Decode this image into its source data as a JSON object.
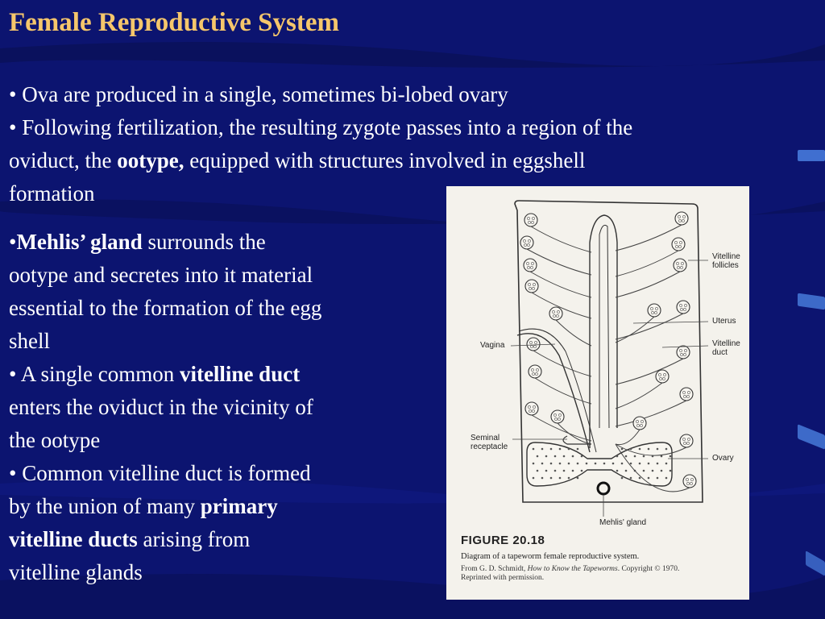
{
  "slide": {
    "title": "Female Reproductive System",
    "bullet1": "• Ova are produced in a single, sometimes bi-lobed ovary",
    "bullet2_line1": "• Following fertilization, the resulting zygote passes into a region of the",
    "bullet2_line2_pre": "oviduct, the ",
    "bullet2_line2_bold": "ootype,",
    "bullet2_line2_post": " equipped with structures involved in eggshell",
    "bullet2_line3": "formation",
    "bullet3_prefix": "•",
    "bullet3_bold": "Mehlis’ gland",
    "bullet3_line1_post": " surrounds the",
    "bullet3_line2": "ootype and secretes into it material",
    "bullet3_line3": "essential to the formation of the egg",
    "bullet3_line4": "shell",
    "bullet4_pre": "• A single common ",
    "bullet4_bold": "vitelline duct",
    "bullet4_line2": "enters the oviduct in the vicinity of",
    "bullet4_line3": "the ootype",
    "bullet5_line1": "• Common vitelline duct is formed",
    "bullet5_line2_pre": "by the union of many ",
    "bullet5_line2_bold": "primary",
    "bullet5_line3_bold": "vitelline ducts",
    "bullet5_line3_post": " arising from",
    "bullet5_line4": "vitelline glands"
  },
  "figure": {
    "labels": {
      "vitelline_follicles_1": "Vitelline",
      "vitelline_follicles_2": "follicles",
      "uterus": "Uterus",
      "vitelline_duct_1": "Vitelline",
      "vitelline_duct_2": "duct",
      "vagina": "Vagina",
      "seminal_receptacle_1": "Seminal",
      "seminal_receptacle_2": "receptacle",
      "ovary": "Ovary",
      "mehlis_gland": "Mehlis' gland"
    },
    "number": "FIGURE 20.18",
    "caption": "Diagram of a tapeworm female reproductive system.",
    "credit_pre": "From G. D. Schmidt, ",
    "credit_book": "How to Know the Tapeworms",
    "credit_post": ". Copyright © 1970.",
    "credit_line2": "Reprinted with permission."
  },
  "colors": {
    "background": "#0c1470",
    "title": "#f5c66b",
    "text": "#ffffff",
    "nav_mark": "#4a7fe0"
  }
}
